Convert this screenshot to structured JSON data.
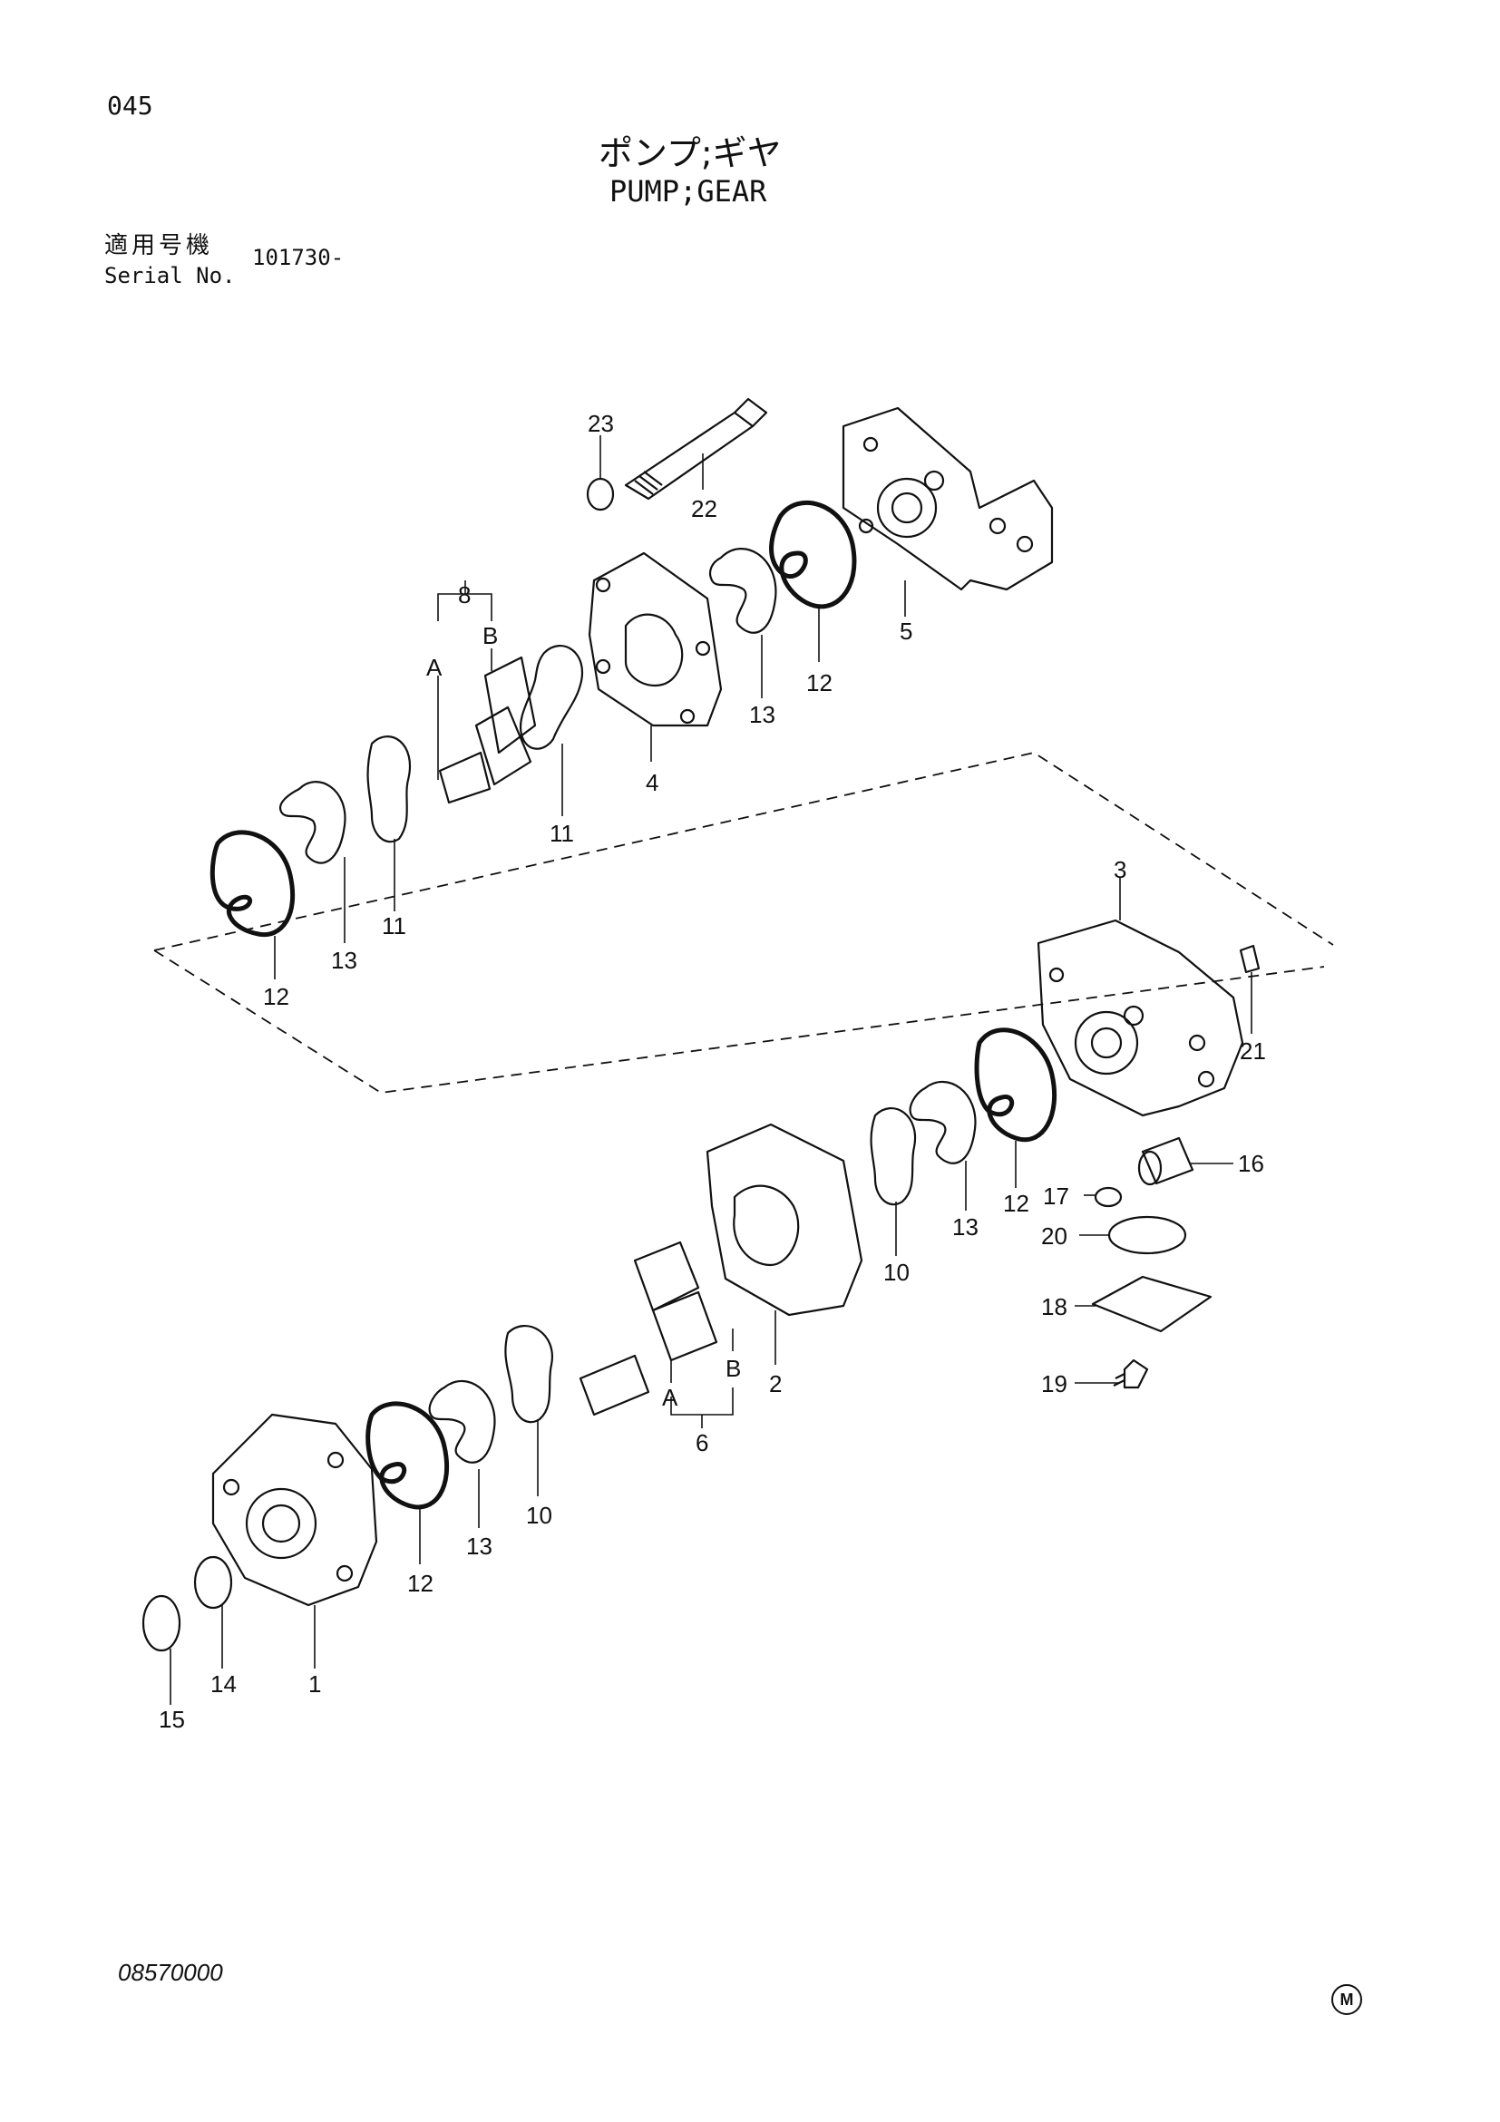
{
  "header": {
    "page_number": "045",
    "title_jp": "ポンプ;ギヤ",
    "title_en": "PUMP;GEAR",
    "serial_label_jp": "適用号機",
    "serial_label_en": "Serial No.",
    "serial_value": "101730-"
  },
  "footer": {
    "doc_number": "08570000",
    "mark": "M"
  },
  "callouts": {
    "c1": "1",
    "c2": "2",
    "c3": "3",
    "c4": "4",
    "c5": "5",
    "c6": "6",
    "c8": "8",
    "c10a": "10",
    "c10b": "10",
    "c11a": "11",
    "c11b": "11",
    "c12a": "12",
    "c12b": "12",
    "c12c": "12",
    "c12d": "12",
    "c13a": "13",
    "c13b": "13",
    "c13c": "13",
    "c13d": "13",
    "c14": "14",
    "c15": "15",
    "c16": "16",
    "c17": "17",
    "c18": "18",
    "c19": "19",
    "c20": "20",
    "c21": "21",
    "c22": "22",
    "c23": "23",
    "a_top": "A",
    "b_top": "B",
    "a_bot": "A",
    "b_bot": "B"
  }
}
